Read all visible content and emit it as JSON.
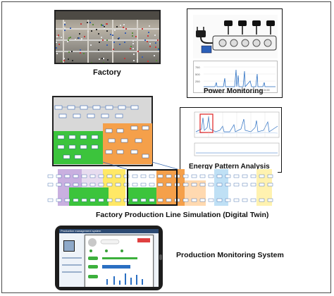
{
  "captions": {
    "factory": "Factory",
    "power": "Power Monitoring",
    "energy": "Energy Pattern Analysis",
    "simulation": "Factory Production Line Simulation (Digital Twin)",
    "monitoring": "Production Monitoring System"
  },
  "tablet": {
    "title": "Production management system"
  },
  "colors": {
    "green_zone": "#3cc43c",
    "orange_zone": "#f5a04a",
    "purple_zone": "#c9b0e0",
    "yellow_zone": "#ffe866",
    "blue_zone": "#bfe0f5",
    "chart_blue": "#2b6fc2",
    "highlight_red": "#e02020"
  },
  "icons": [
    "power-strip-icon",
    "plug-icon",
    "sensor-module-icon",
    "tablet-icon"
  ]
}
